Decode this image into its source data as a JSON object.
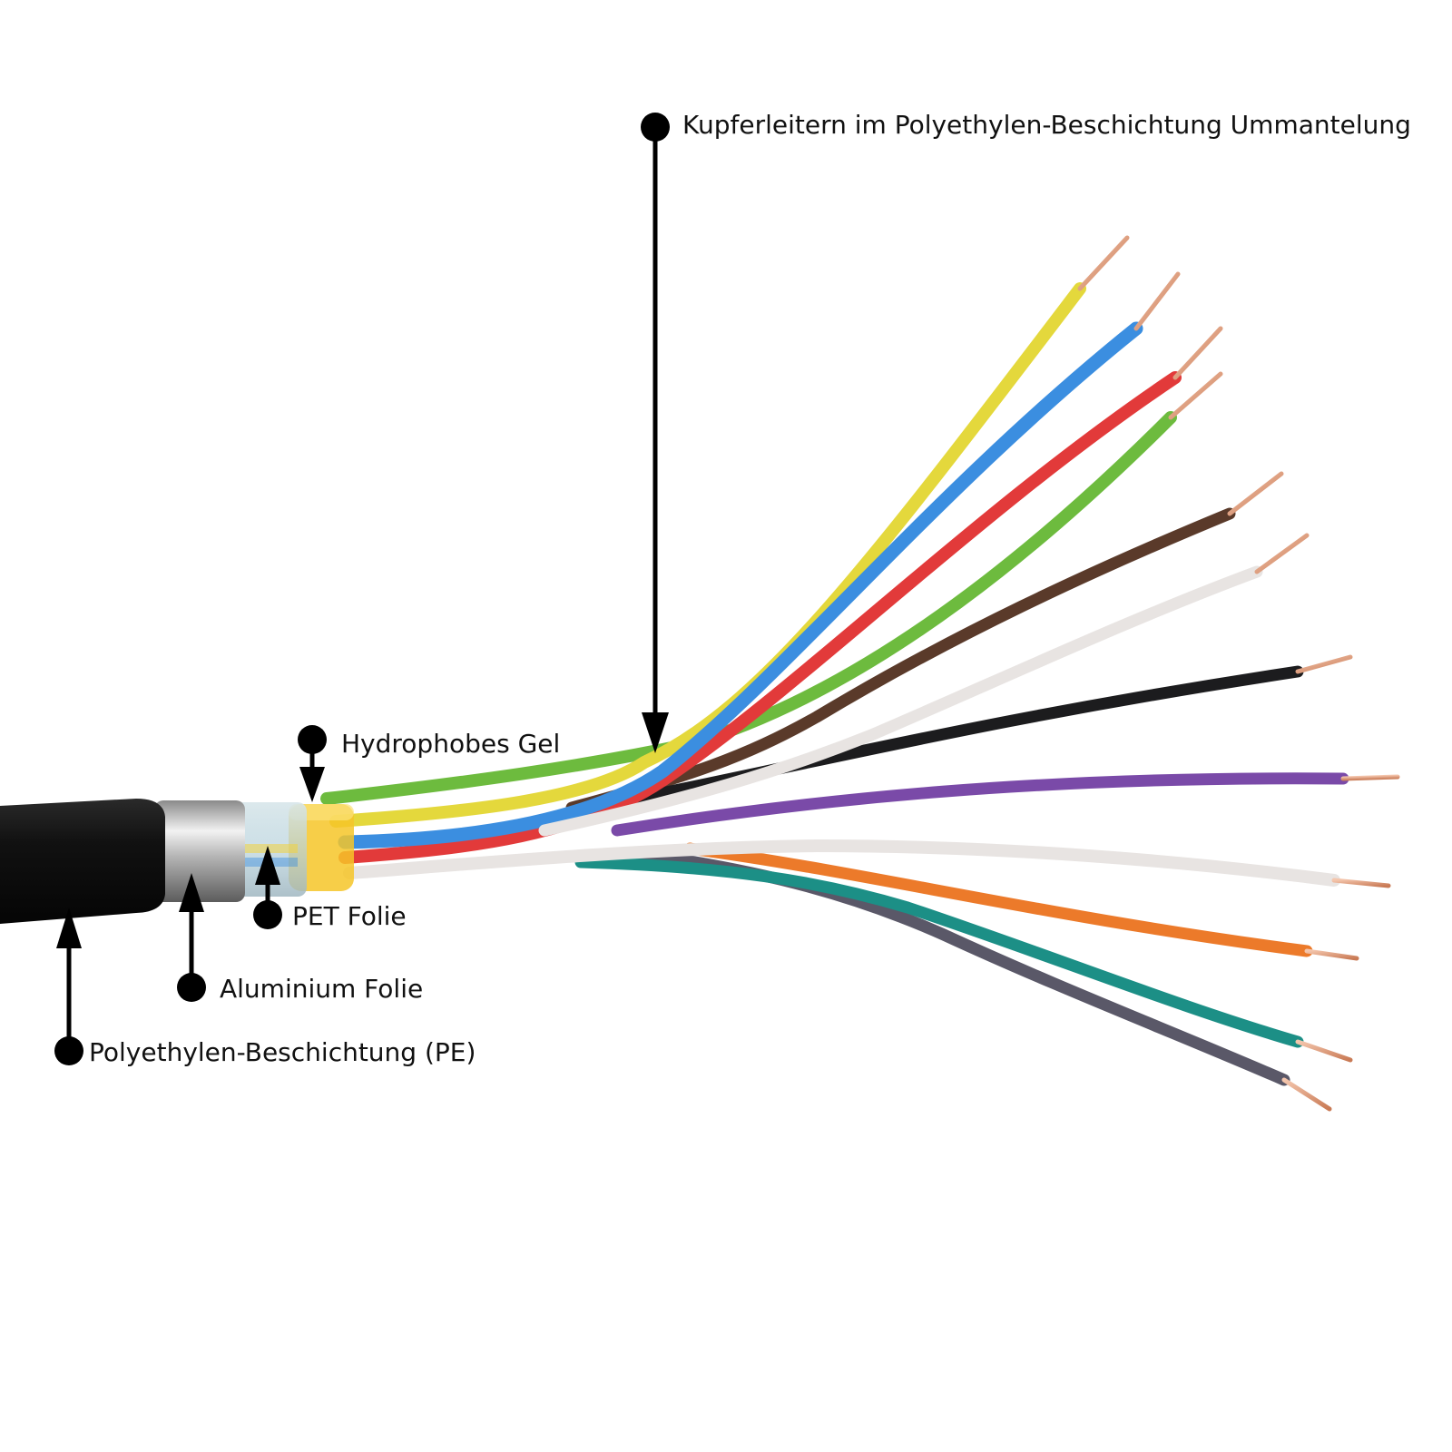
{
  "labels": {
    "conductors": "Kupferleitern im Polyethylen-Beschichtung Ummantelung",
    "gel": "Hydrophobes Gel",
    "pet": "PET Folie",
    "aluminium": "Aluminium Folie",
    "pe": "Polyethylen-Beschichtung (PE)"
  },
  "colors": {
    "wire_yellow": "#e4d83c",
    "wire_blue": "#3b8ee0",
    "wire_red": "#e23a3a",
    "wire_green": "#6dbb3e",
    "wire_brown": "#5a3a2a",
    "wire_white": "#e8e4e2",
    "wire_black": "#1c1c1e",
    "wire_purple": "#7a4aa8",
    "wire_orange": "#ec7a2a",
    "wire_teal": "#1c8f86",
    "wire_grey": "#5a5868",
    "copper": "#e6a583",
    "gel": "#f6c628",
    "jacket": "#141414"
  }
}
